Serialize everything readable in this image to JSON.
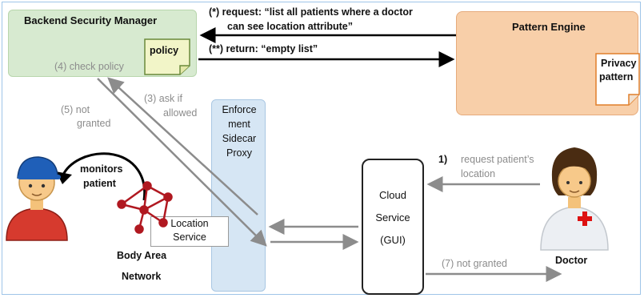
{
  "nodes": {
    "backend_security_manager": "Backend Security Manager",
    "policy": "policy",
    "check_policy": "(4) check policy",
    "pattern_engine": "Pattern Engine",
    "privacy_pattern_line1": "Privacy",
    "privacy_pattern_line2": "pattern",
    "proxy_line1": "Enforce",
    "proxy_line2": "ment",
    "proxy_line3": "Sidecar",
    "proxy_line4": "Proxy",
    "cloud_line1": "Cloud",
    "cloud_line2": "Service",
    "cloud_line3": "(GUI)",
    "location_line1": "Location",
    "location_line2": "Service",
    "body_area_line1": "Body Area",
    "body_area_line2": "Network",
    "doctor": "Doctor"
  },
  "edges": {
    "request_line1": "(*) request: “list all patients where a doctor",
    "request_line2": "can see location attribute”",
    "return": "(**) return: “empty list”",
    "step1_number": "1)",
    "step1_line1": "request patient’s",
    "step1_line2": "location",
    "ask_line1": "(3) ask if",
    "ask_line2": "allowed",
    "not_granted5_line1": "(5) not",
    "not_granted5_line2": "granted",
    "monitors_line1": "monitors",
    "monitors_line2": "patient",
    "not_granted7": "(7) not granted"
  },
  "colors": {
    "bsm_fill": "#d7ead0",
    "pattern_engine_fill": "#f8cfa9",
    "proxy_fill": "#d6e6f4",
    "note_fill": "#f2f5c8",
    "gray_arrow": "#8c8c8c",
    "network_red": "#b01820"
  }
}
